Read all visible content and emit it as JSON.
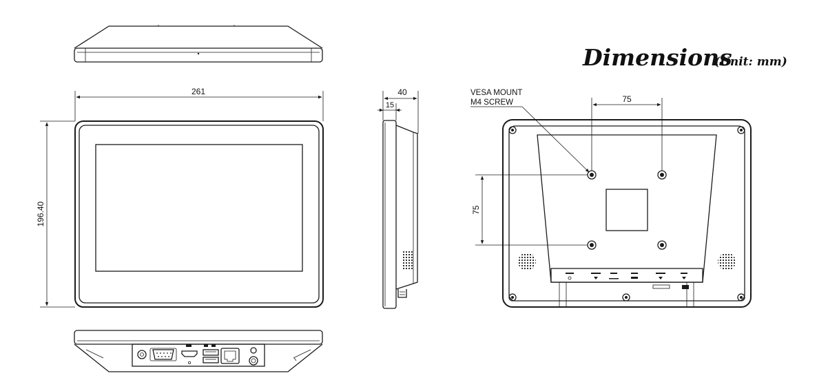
{
  "title": {
    "main": "Dimensions",
    "unit": "(Unit: mm)"
  },
  "dimensions": {
    "width": "261",
    "height": "196.40",
    "depth": "40",
    "bezel_depth": "15",
    "vesa_horizontal": "75",
    "vesa_vertical": "75"
  },
  "callout": {
    "line1": "VESA MOUNT",
    "line2": "M4 SCREW"
  },
  "colors": {
    "line": "#1a1a1a",
    "background": "#ffffff"
  }
}
